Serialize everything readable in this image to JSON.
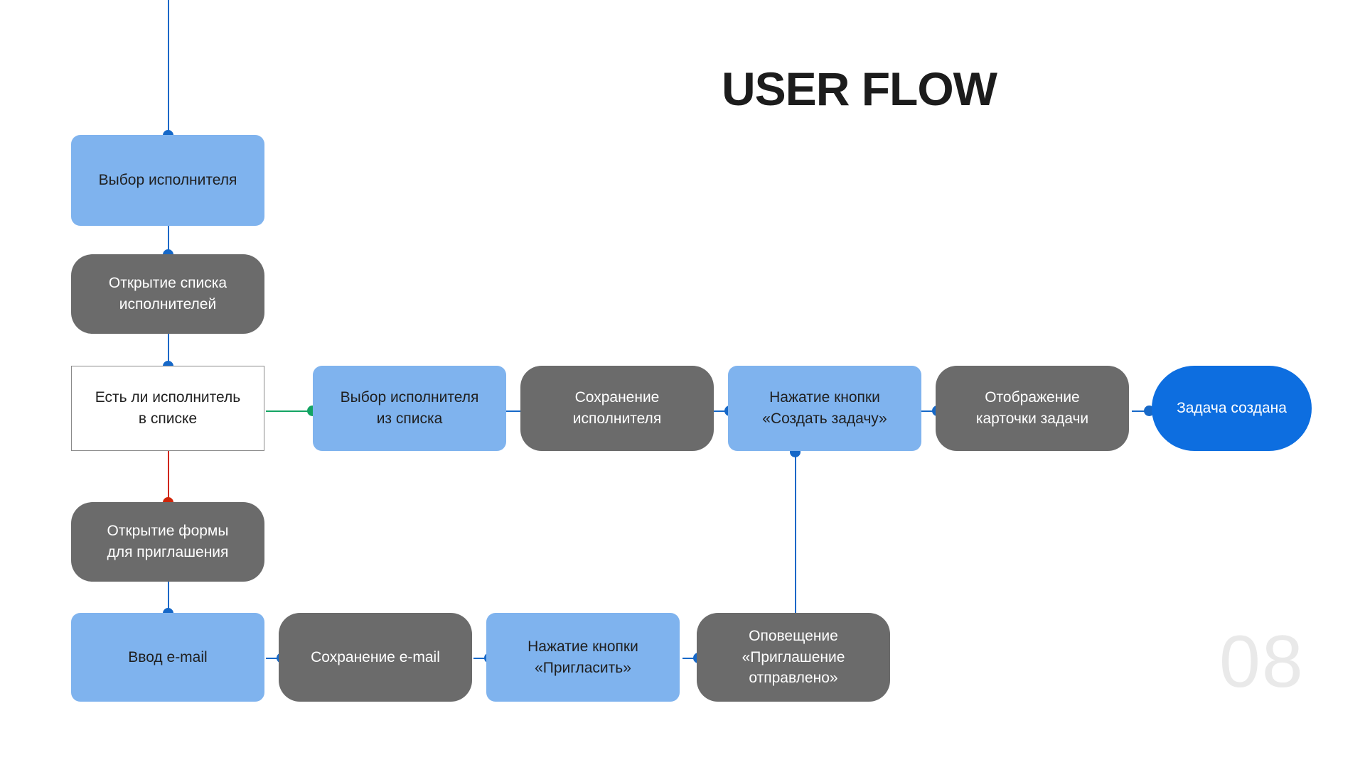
{
  "slide": {
    "title": "USER FLOW",
    "page_number": "08",
    "background_color": "#ffffff"
  },
  "palette": {
    "node_blue": "#7fb3ee",
    "node_gray": "#6b6b6b",
    "node_terminal_blue": "#0d6ee0",
    "decision_border": "#8a8a8a",
    "edge_blue": "#1668c8",
    "edge_green": "#13a463",
    "edge_red": "#d0260b",
    "title_color": "#1c1c1c",
    "page_number_color": "#e9e9e9"
  },
  "flow": {
    "nodes": [
      {
        "id": "select-assignee",
        "label": "Выбор исполнителя",
        "type": "blue"
      },
      {
        "id": "open-assignee-list",
        "label": "Открытие списка\nисполнителей",
        "type": "gray"
      },
      {
        "id": "assignee-in-list",
        "label": "Есть ли исполнитель\nв списке",
        "type": "decision"
      },
      {
        "id": "select-from-list",
        "label": "Выбор исполнителя\nиз списка",
        "type": "blue"
      },
      {
        "id": "save-assignee",
        "label": "Сохранение\nисполнителя",
        "type": "gray"
      },
      {
        "id": "press-create-task",
        "label": "Нажатие кнопки\n«Создать задачу»",
        "type": "blue"
      },
      {
        "id": "show-task-card",
        "label": "Отображение\nкарточки задачи",
        "type": "gray"
      },
      {
        "id": "task-created",
        "label": "Задача создана",
        "type": "terminal"
      },
      {
        "id": "open-invite-form",
        "label": "Открытие формы\nдля приглашения",
        "type": "gray"
      },
      {
        "id": "enter-email",
        "label": "Ввод e-mail",
        "type": "blue"
      },
      {
        "id": "save-email",
        "label": "Сохранение e-mail",
        "type": "gray"
      },
      {
        "id": "press-invite",
        "label": "Нажатие кнопки\n«Пригласить»",
        "type": "blue"
      },
      {
        "id": "invite-sent-notice",
        "label": "Оповещение\n«Приглашение\nотправлено»",
        "type": "gray"
      }
    ],
    "edges": [
      {
        "from": "entry",
        "to": "select-assignee",
        "color": "edge_blue"
      },
      {
        "from": "select-assignee",
        "to": "open-assignee-list",
        "color": "edge_blue"
      },
      {
        "from": "open-assignee-list",
        "to": "assignee-in-list",
        "color": "edge_blue"
      },
      {
        "from": "assignee-in-list",
        "to": "select-from-list",
        "color": "edge_green"
      },
      {
        "from": "assignee-in-list",
        "to": "open-invite-form",
        "color": "edge_red"
      },
      {
        "from": "select-from-list",
        "to": "save-assignee",
        "color": "edge_blue"
      },
      {
        "from": "save-assignee",
        "to": "press-create-task",
        "color": "edge_blue"
      },
      {
        "from": "press-create-task",
        "to": "show-task-card",
        "color": "edge_blue"
      },
      {
        "from": "show-task-card",
        "to": "task-created",
        "color": "edge_blue"
      },
      {
        "from": "open-invite-form",
        "to": "enter-email",
        "color": "edge_blue"
      },
      {
        "from": "enter-email",
        "to": "save-email",
        "color": "edge_blue"
      },
      {
        "from": "save-email",
        "to": "press-invite",
        "color": "edge_blue"
      },
      {
        "from": "press-invite",
        "to": "invite-sent-notice",
        "color": "edge_blue"
      },
      {
        "from": "press-create-task",
        "to": "invite-sent-notice",
        "color": "edge_blue"
      }
    ]
  }
}
